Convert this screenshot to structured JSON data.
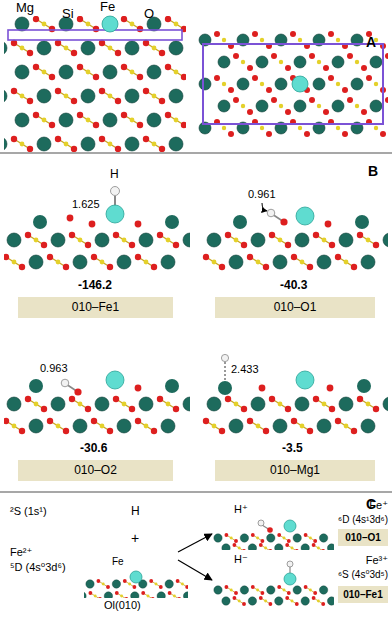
{
  "diagram": {
    "nodes": [
      {
        "text": [
          "010–Fe1"
        ]
      },
      {
        "text": [
          "010–O1"
        ]
      },
      {
        "text": [
          "010–O2"
        ]
      },
      {
        "text": [
          "010–Mg1"
        ]
      },
      {
        "text": [
          "010–O1"
        ]
      },
      {
        "text": [
          "010–Fe1"
        ]
      }
    ],
    "labels": [
      "Mg",
      "Si",
      "Fe",
      "O",
      "A",
      "H",
      "1.625",
      "-146.2",
      "B",
      "0.961",
      "-40.3",
      "0.963",
      "-30.6",
      "2.433",
      "-3.5",
      "C",
      "²S (1s¹)",
      "H",
      "+",
      "Fe²⁺",
      "⁵D (4s⁰3d⁶)",
      "Fe",
      "Ol(010)",
      "H⁺",
      "Fe⁺",
      "⁶D (4s¹3d⁶)",
      "H⁻",
      "Fe³⁺",
      "⁶S (4s⁰3d⁵)"
    ]
  }
}
